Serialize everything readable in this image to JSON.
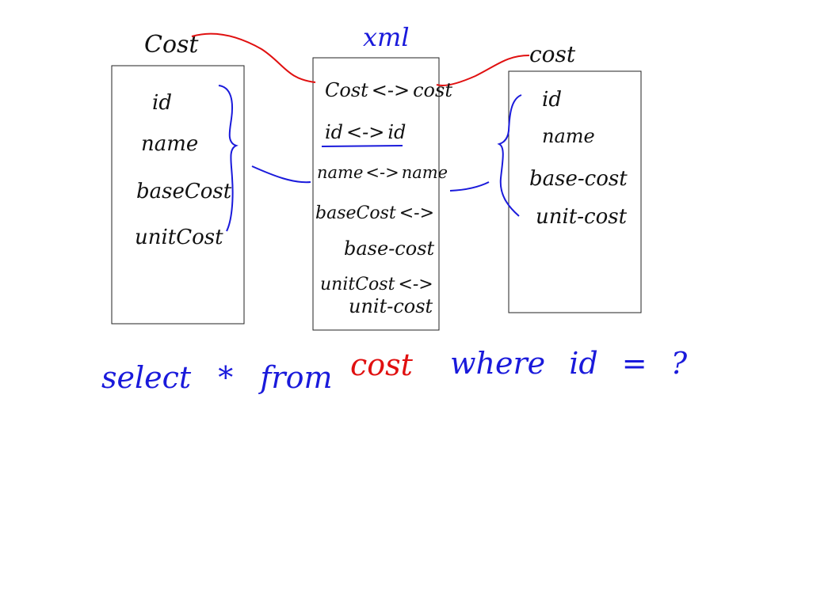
{
  "colors": {
    "ink": "#111111",
    "blue": "#1a1adb",
    "red": "#e01010",
    "box_border": "#222222",
    "background": "#ffffff"
  },
  "left_box": {
    "title": "Cost",
    "fields": [
      "id",
      "name",
      "baseCost",
      "unitCost"
    ]
  },
  "middle_box": {
    "title": "xml",
    "mappings": [
      {
        "left": "Cost",
        "arrow": "<->",
        "right": "cost"
      },
      {
        "left": "id",
        "arrow": "<->",
        "right": "id"
      },
      {
        "left": "name",
        "arrow": "<->",
        "right": "name"
      },
      {
        "left": "baseCost",
        "arrow": "<->",
        "right": "base-cost"
      },
      {
        "left": "unitCost",
        "arrow": "<->",
        "right": "unit-cost"
      }
    ]
  },
  "right_box": {
    "title": "cost",
    "fields": [
      "id",
      "name",
      "base-cost",
      "unit-cost"
    ]
  },
  "query": {
    "part1": "select * from",
    "table": "cost",
    "part2": "where id = ?"
  }
}
